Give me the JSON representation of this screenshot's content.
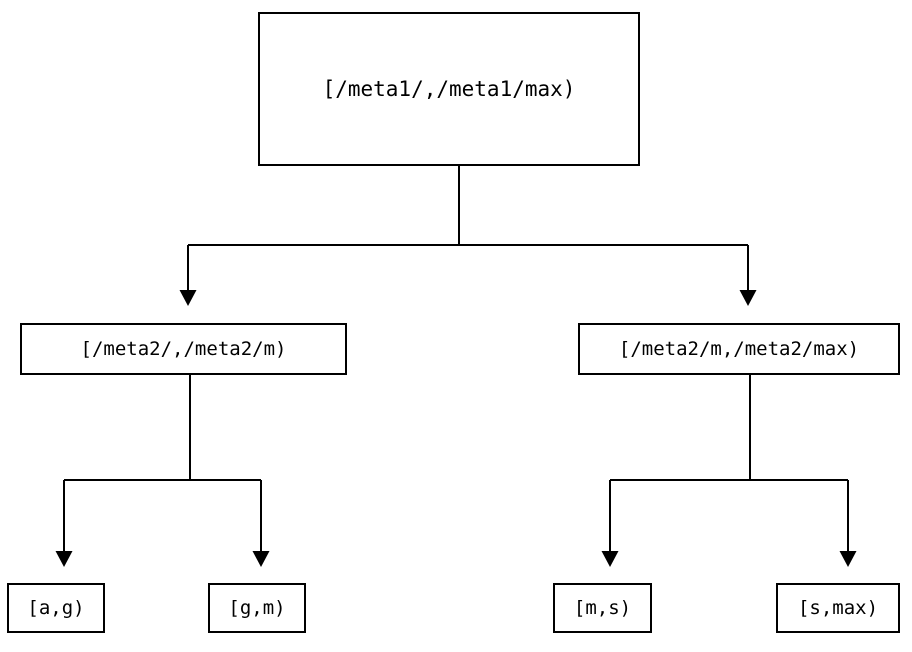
{
  "diagram": {
    "type": "binary-tree",
    "title": "",
    "orientation": "top-down",
    "background_color": "#ffffff",
    "line_color": "#000000",
    "text_color": "#000000",
    "nodes": {
      "root": {
        "label": "[/meta1/,/meta1/max)"
      },
      "mid_left": {
        "label": "[/meta2/,/meta2/m)"
      },
      "mid_right": {
        "label": "[/meta2/m,/meta2/max)"
      },
      "leaf_ag": {
        "label": "[a,g)"
      },
      "leaf_gm": {
        "label": "[g,m)"
      },
      "leaf_ms": {
        "label": "[m,s)"
      },
      "leaf_smax": {
        "label": "[s,max)"
      }
    },
    "edges": [
      {
        "from": "root",
        "to": "mid_left",
        "arrow": "triangle-down"
      },
      {
        "from": "root",
        "to": "mid_right",
        "arrow": "triangle-down"
      },
      {
        "from": "mid_left",
        "to": "leaf_ag",
        "arrow": "triangle-down"
      },
      {
        "from": "mid_left",
        "to": "leaf_gm",
        "arrow": "triangle-down"
      },
      {
        "from": "mid_right",
        "to": "leaf_ms",
        "arrow": "triangle-down"
      },
      {
        "from": "mid_right",
        "to": "leaf_smax",
        "arrow": "triangle-down"
      }
    ]
  }
}
